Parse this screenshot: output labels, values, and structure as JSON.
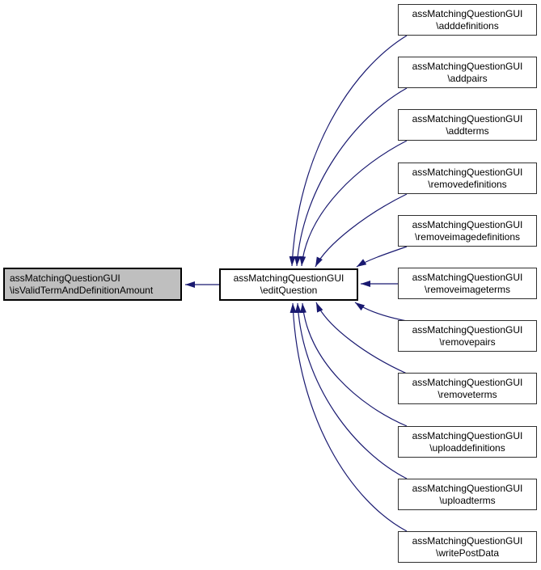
{
  "diagram_type": "call-graph",
  "colors": {
    "background": "#ffffff",
    "edge": "#191970",
    "node_fill": "#ffffff",
    "node_border": "#303030",
    "focus_node_fill": "#bfbfbf",
    "focus_node_border": "#000000",
    "text": "#000000"
  },
  "nodes": {
    "focus": {
      "cls": "assMatchingQuestionGUI",
      "method": "\\isValidTermAndDefinitionAmount"
    },
    "center": {
      "cls": "assMatchingQuestionGUI",
      "method": "\\editQuestion"
    },
    "callers": [
      {
        "cls": "assMatchingQuestionGUI",
        "method": "\\adddefinitions"
      },
      {
        "cls": "assMatchingQuestionGUI",
        "method": "\\addpairs"
      },
      {
        "cls": "assMatchingQuestionGUI",
        "method": "\\addterms"
      },
      {
        "cls": "assMatchingQuestionGUI",
        "method": "\\removedefinitions"
      },
      {
        "cls": "assMatchingQuestionGUI",
        "method": "\\removeimagedefinitions"
      },
      {
        "cls": "assMatchingQuestionGUI",
        "method": "\\removeimageterms"
      },
      {
        "cls": "assMatchingQuestionGUI",
        "method": "\\removepairs"
      },
      {
        "cls": "assMatchingQuestionGUI",
        "method": "\\removeterms"
      },
      {
        "cls": "assMatchingQuestionGUI",
        "method": "\\uploaddefinitions"
      },
      {
        "cls": "assMatchingQuestionGUI",
        "method": "\\uploadterms"
      },
      {
        "cls": "assMatchingQuestionGUI",
        "method": "\\writePostData"
      }
    ]
  }
}
